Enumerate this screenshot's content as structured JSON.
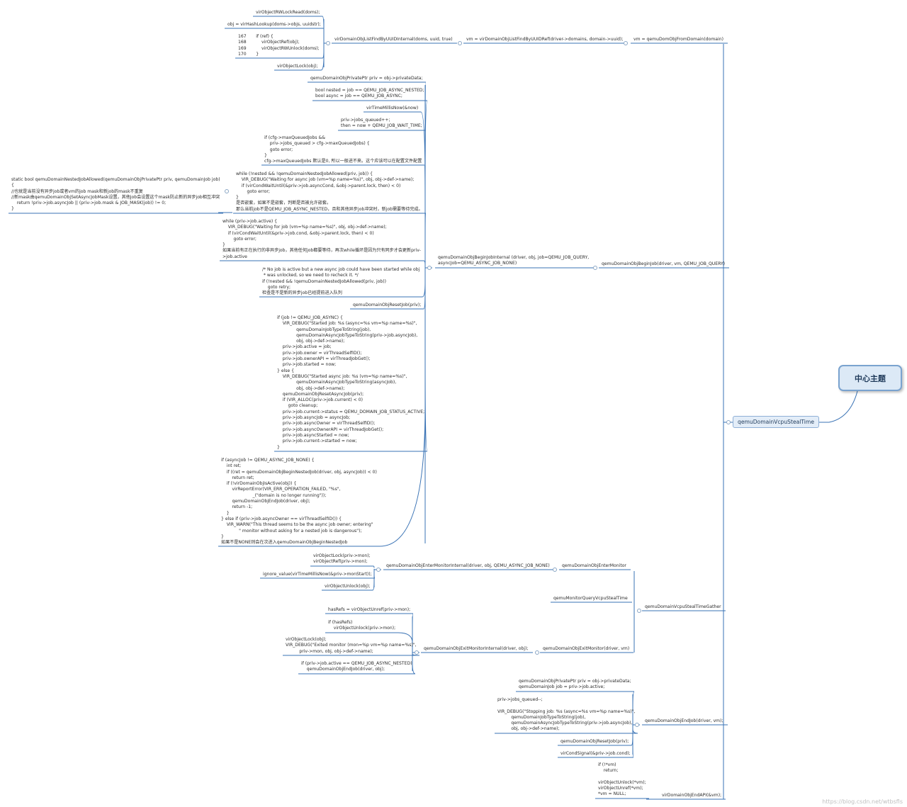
{
  "central": "中心主题",
  "main_topic": "qemuDomainVcpuStealTime",
  "watermark": "https://blog.csdn.net/wtbsfls",
  "colors": {
    "line": "#3a73b5",
    "center_border": "#7aa3cf",
    "center_fill": "#dce9f6",
    "topic_fill": "#e3edf8"
  },
  "nodes": {
    "n01": "virObjectRWLockRead(doms);",
    "n02": "obj = virHashLookup(doms->objs, uuidstr);",
    "n03": "167       if (ref) {\n168           virObjectRef(obj);\n169           virObjectRWUnlock(doms);\n170       }",
    "n04": "virObjectLock(obj);",
    "n05": "virDomainObjListFindByUUIDInternal(doms, uuid, true)",
    "n06": "vm = virDomainObjListFindByUUIDRef(driver->domains, domain->uuid);",
    "n07": "vm = qemuDomObjFromDomain(domain)",
    "n08": "qemuDomainObjPrivatePtr priv = obj->privateData;",
    "n09": "bool nested = job == QEMU_JOB_ASYNC_NESTED;\nbool async = job == QEMU_JOB_ASYNC;",
    "n10": "virTimeMillisNow(&now)",
    "n11": "priv->jobs_queued++;\nthen = now + QEMU_JOB_WAIT_TIME;",
    "n12": "if (cfg->maxQueuedJobs &&\n    priv->jobs_queued > cfg->maxQueuedJobs) {\n    goto error;\n}\ncfg->maxQueuedJobs 默认是0, 所以一般进不来。这个应该可以在配置文件配置",
    "n13": "static bool qemuDomainNestedJobAllowed(qemuDomainObjPrivatePtr priv, qemuDomainJob job)\n{\n//也就是当前没有异步job或者vm的job mask和新job的mask不重复\n//新mask由qemuDomainObjSetAsyncJobMask设置，其他job会设置这个mask防止新的异步job相互冲突\n    return !priv->job.asyncJob || (priv->job.mask & JOB_MASK(job)) != 0;\n}",
    "n14": "while (!nested && !qemuDomainNestedJobAllowed(priv, job)) {\n    VIR_DEBUG(\"Waiting for async job (vm=%p name=%s)\", obj, obj->def->name);\n    if (virCondWaitUntil(&priv->job.asyncCond, &obj->parent.lock, then) < 0)\n        goto error;\n}\n是否嵌套，如果不是嵌套，判断是否被允许嵌套。\n那么当前job不是QEMU_JOB_ASYNC_NESTED，且和其他异步job冲突时，新job需要等待完成。",
    "n15": "while (priv->job.active) {\n    VIR_DEBUG(\"Waiting for job (vm=%p name=%s)\", obj, obj->def->name);\n    if (virCondWaitUntil(&priv->job.cond, &obj->parent.lock, then) < 0)\n        goto error;\n}\n如果当前有正在执行的非异步job，其他任何job都要等待，再次while循环是因为只有同步才会更新priv-\n>job.active",
    "n16": "/* No job is active but a new async job could have been started while obj\n * was unlocked, so we need to recheck it. */\nif (!nested && !qemuDomainNestedJobAllowed(priv, job))\n    goto retry;\n检查是不是新的异步job已经提前进入队列",
    "n17": "qemuDomainObjResetJob(priv);",
    "n18": "if (job != QEMU_JOB_ASYNC) {\n    VIR_DEBUG(\"Started job: %s (async=%s vm=%p name=%s)\",\n              qemuDomainJobTypeToString(job),\n              qemuDomainAsyncJobTypeToString(priv->job.asyncJob),\n              obj, obj->def->name);\n    priv->job.active = job;\n    priv->job.owner = virThreadSelfID();\n    priv->job.ownerAPI = virThreadJobGet();\n    priv->job.started = now;\n} else {\n    VIR_DEBUG(\"Started async job: %s (vm=%p name=%s)\",\n              qemuDomainAsyncJobTypeToString(asyncJob),\n              obj, obj->def->name);\n    qemuDomainObjResetAsyncJob(priv);\n    if (VIR_ALLOC(priv->job.current) < 0)\n        goto cleanup;\n    priv->job.current->status = QEMU_DOMAIN_JOB_STATUS_ACTIVE;\n    priv->job.asyncJob = asyncJob;\n    priv->job.asyncOwner = virThreadSelfID();\n    priv->job.asyncOwnerAPI = virThreadJobGet();\n    priv->job.asyncStarted = now;\n    priv->job.current->started = now;\n}",
    "n19": "if (asyncJob != QEMU_ASYNC_JOB_NONE) {\n    int ret;\n    if ((ret = qemuDomainObjBeginNestedJob(driver, obj, asyncJob)) < 0)\n        return ret;\n    if (!virDomainObjIsActive(obj)) {\n        virReportError(VIR_ERR_OPERATION_FAILED, \"%s\",\n                       _(\"domain is no longer running\"));\n        qemuDomainObjEndJob(driver, obj);\n        return -1;\n    }\n} else if (priv->job.asyncOwner == virThreadSelfID()) {\n    VIR_WARN(\"This thread seems to be the async job owner; entering\"\n             \" monitor without asking for a nested job is dangerous\");\n}\n如果不是NONE则会在次进入qemuDomainObjBeginNestedJob",
    "n20": "qemuDomainObjBeginJobInternal (driver, obj, job=QEMU_JOB_QUERY,\nasyncJob=QEMU_ASYNC_JOB_NONE)",
    "n21": "qemuDomainObjBeginJob(driver, vm, QEMU_JOB_QUERY)",
    "n22": "virObjectLock(priv->mon);\nvirObjectRef(priv->mon);",
    "n23": "ignore_value(virTimeMillisNow(&priv->monStart));",
    "n24": "virObjectUnlock(obj);",
    "n25": "qemuDomainObjEnterMonitorInternal(driver, obj, QEMU_ASYNC_JOB_NONE)",
    "n26": "qemuDomainObjEnterMonitor",
    "n27": "qemuMonitorQueryVcpuStealTime",
    "n28": "qemuDomainVcpuStealTimeGather",
    "n29": "hasRefs = virObjectUnref(priv->mon);",
    "n30": "if (hasRefs)\n    virObjectUnlock(priv->mon);",
    "n31": "virObjectLock(obj);\nVIR_DEBUG(\"Exited monitor (mon=%p vm=%p name=%s)\",\n          priv->mon, obj, obj->def->name);",
    "n32": "if (priv->job.active == QEMU_JOB_ASYNC_NESTED)\n    qemuDomainObjEndJob(driver, obj);",
    "n33": "qemuDomainObjExitMonitorInternal(driver, obj);",
    "n34": "qemuDomainObjExitMonitor(driver, vm)",
    "n35": "qemuDomainObjPrivatePtr priv = obj->privateData;\nqemuDomainJob job = priv->job.active;",
    "n36": "priv->jobs_queued--;\n\nVIR_DEBUG(\"Stopping job: %s (async=%s vm=%p name=%s)\",\n          qemuDomainJobTypeToString(job),\n          qemuDomainAsyncJobTypeToString(priv->job.asyncJob),\n          obj, obj->def->name);",
    "n37": "qemuDomainObjResetJob(priv);",
    "n38": "virCondSignal(&priv->job.cond);",
    "n39": "qemuDomainObjEndJob(driver, vm);",
    "n40": "if (!*vm)\n    return;\n\nvirObjectUnlock(*vm);\nvirObjectUnref(*vm);\n*vm = NULL;",
    "n41": "virDomainObjEndAPI(&vm);"
  }
}
